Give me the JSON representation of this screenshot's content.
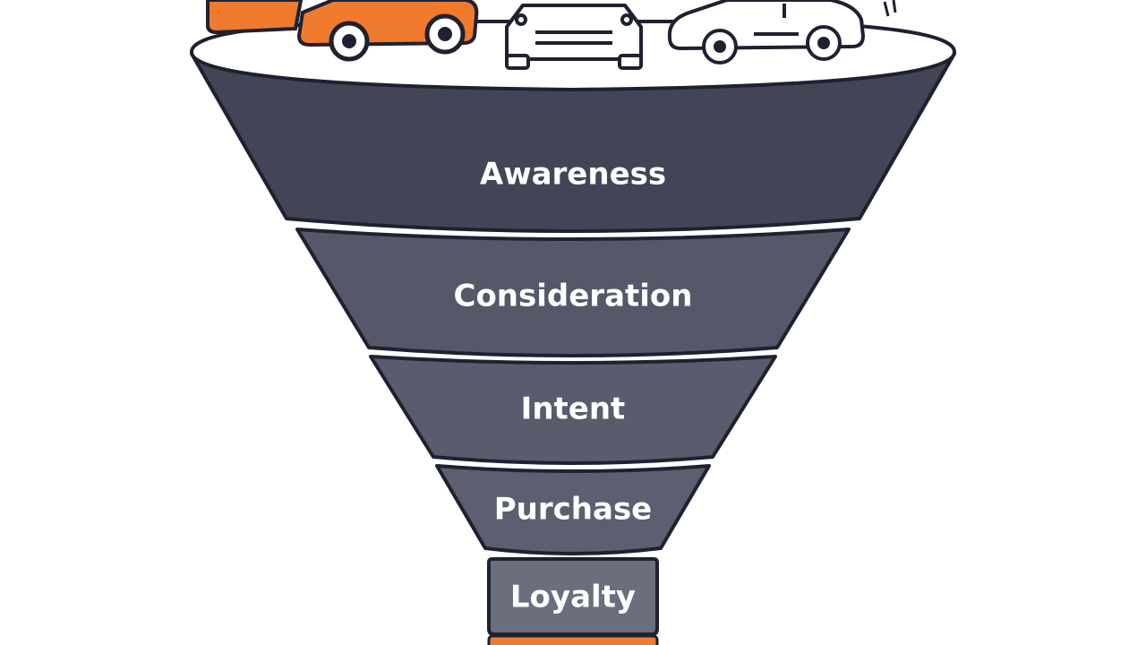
{
  "funnel": {
    "stages": [
      {
        "label": "Awareness",
        "color": "#414556"
      },
      {
        "label": "Consideration",
        "color": "#545869"
      },
      {
        "label": "Intent",
        "color": "#585c6d"
      },
      {
        "label": "Purchase",
        "color": "#5b5f70"
      },
      {
        "label": "Loyalty",
        "color": "#6a6e7d"
      }
    ],
    "rim_color": "#ffffff",
    "outline_color": "#1e2130",
    "spout_color": "#f07a2e"
  },
  "vehicles": [
    {
      "name": "orange-car-icon",
      "color": "#f07a2e"
    },
    {
      "name": "orange-hatchback-icon",
      "color": "#f07a2e"
    },
    {
      "name": "outline-suv-icon",
      "color": "#1e2130"
    },
    {
      "name": "outline-sedan-icon",
      "color": "#1e2130"
    }
  ]
}
